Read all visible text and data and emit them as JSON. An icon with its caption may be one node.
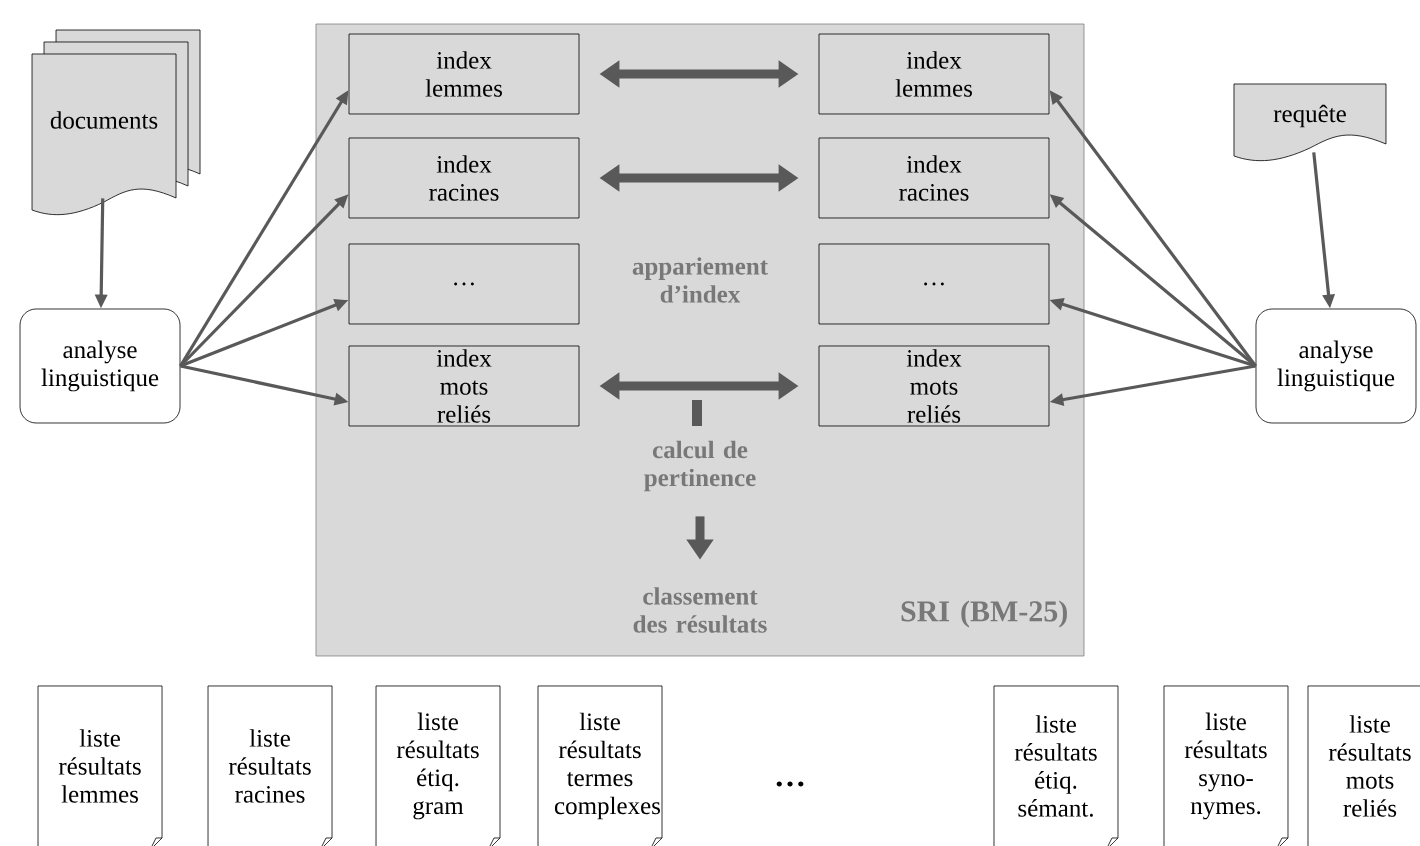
{
  "diagram": {
    "nodes": [
      {
        "text": [
          "documents"
        ]
      },
      {
        "text": [
          "analyse linguistique"
        ]
      },
      {
        "text": [
          "appariement d’index",
          "SRI (BM-25)"
        ]
      },
      {
        "text": [
          "index lemmes"
        ],
        "in": 2
      },
      {
        "text": [
          "index racines"
        ],
        "in": 2
      },
      {
        "text": [
          "…"
        ],
        "in": 2
      },
      {
        "text": [
          "index mots reliés"
        ],
        "in": 2
      },
      {
        "text": [
          "index lemmes"
        ],
        "in": 2
      },
      {
        "text": [
          "index racines"
        ],
        "in": 2
      },
      {
        "text": [
          "…"
        ],
        "in": 2
      },
      {
        "text": [
          "index mots reliés"
        ],
        "in": 2
      },
      {
        "text": [
          "calcul de pertinence"
        ],
        "in": 2
      },
      {
        "text": [
          "classement des résultats"
        ],
        "in": 2
      },
      {
        "text": [
          "requête"
        ]
      },
      {
        "text": [
          "analyse linguistique"
        ]
      },
      {
        "text": [
          "liste résultats lemmes"
        ]
      },
      {
        "text": [
          "liste résultats racines"
        ]
      },
      {
        "text": [
          "liste résultats étiq. gram"
        ]
      },
      {
        "text": [
          "liste résultats termes complexes"
        ]
      },
      {
        "text": [
          "liste résultats étiq. sémant."
        ]
      },
      {
        "text": [
          "liste résultats syno- nymes."
        ]
      },
      {
        "text": [
          "liste résultats mots reliés"
        ]
      }
    ],
    "edges": [
      {
        "from": 0,
        "to": 1,
        "arrow": "to"
      },
      {
        "from": 1,
        "to": 3,
        "arrow": "to"
      },
      {
        "from": 1,
        "to": 4,
        "arrow": "to"
      },
      {
        "from": 1,
        "to": 5,
        "arrow": "to"
      },
      {
        "from": 1,
        "to": 6,
        "arrow": "to"
      },
      {
        "from": 3,
        "to": 7,
        "arrow": "both",
        "style": "thick"
      },
      {
        "from": 4,
        "to": 8,
        "arrow": "both",
        "style": "thick"
      },
      {
        "from": 6,
        "to": 10,
        "arrow": "both",
        "style": "thick"
      },
      {
        "from": 11,
        "to": 12,
        "arrow": "to",
        "style": "thick"
      },
      {
        "from": 13,
        "to": 14,
        "arrow": "to"
      },
      {
        "from": 14,
        "to": 7,
        "arrow": "to"
      },
      {
        "from": 14,
        "to": 8,
        "arrow": "to"
      },
      {
        "from": 14,
        "to": 9,
        "arrow": "to"
      },
      {
        "from": 14,
        "to": 10,
        "arrow": "to"
      }
    ],
    "labels": [
      "…"
    ]
  }
}
